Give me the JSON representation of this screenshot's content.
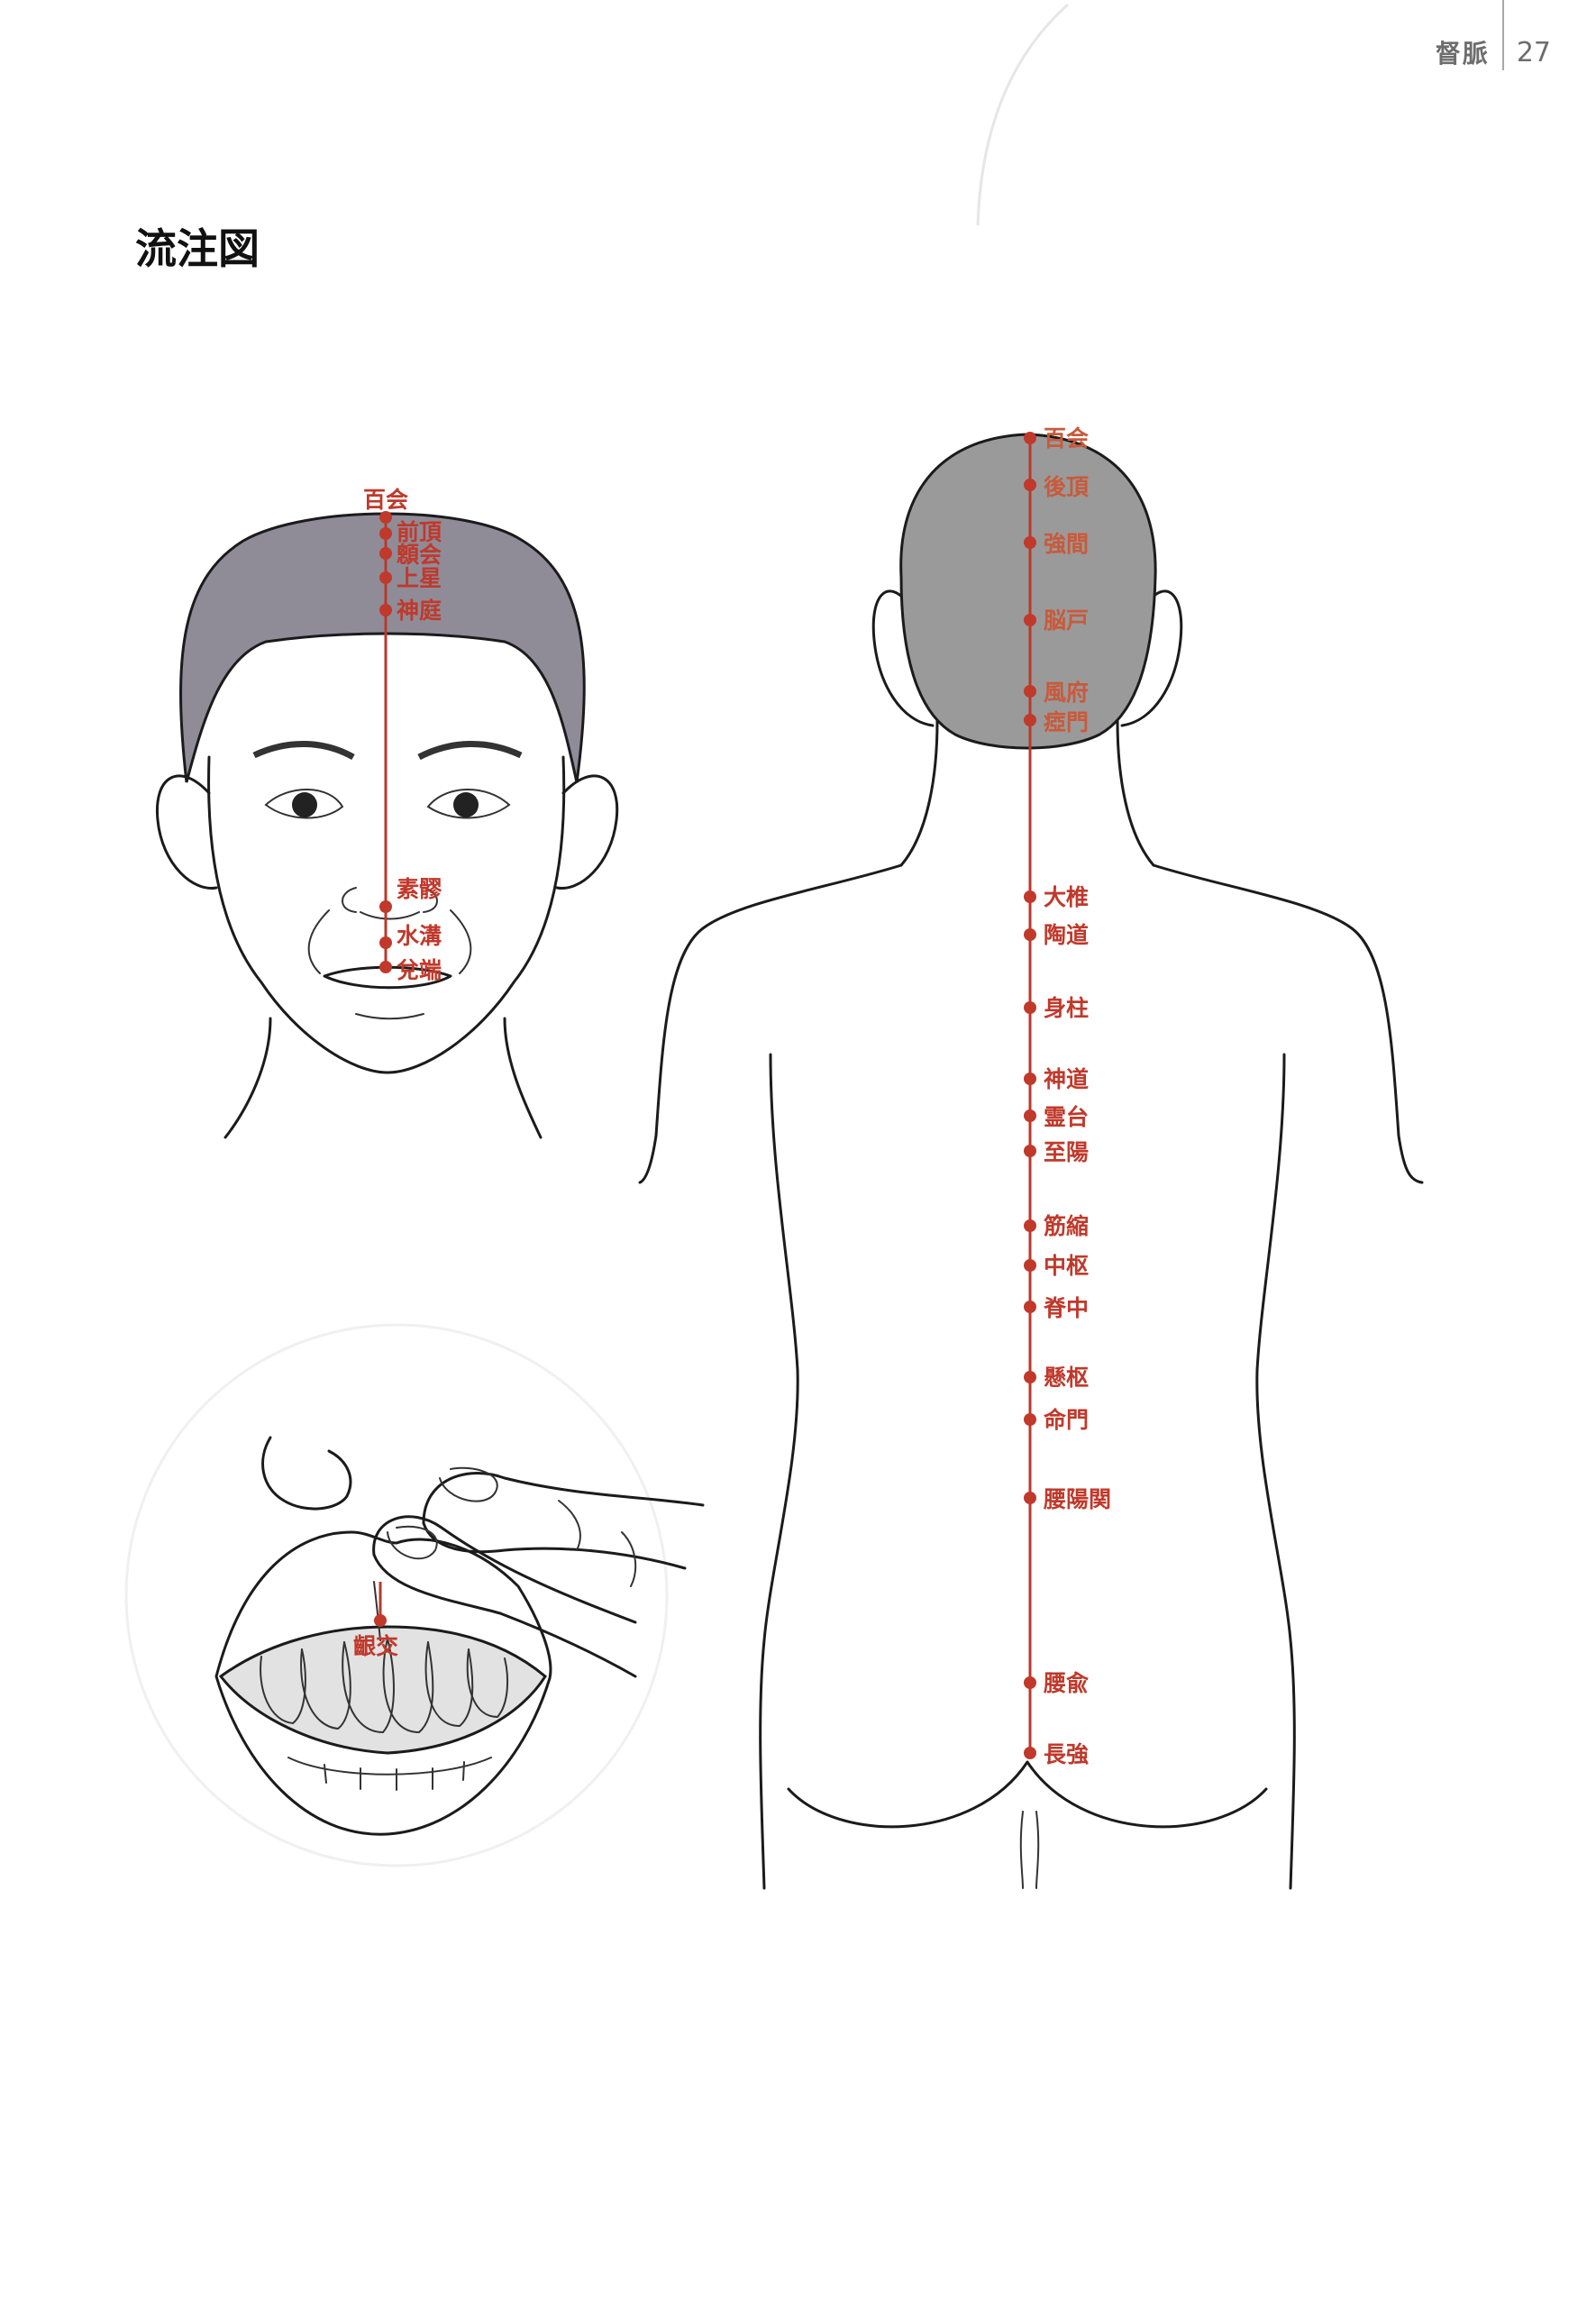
{
  "header": {
    "chapter": "督脈",
    "page_number": "27"
  },
  "title": "流注図",
  "colors": {
    "meridian": "#c0392b",
    "hair": "#8f8c98",
    "back_head": "#9a9a9a"
  },
  "front_points": [
    {
      "label": "百会"
    },
    {
      "label": "前頂"
    },
    {
      "label": "顖会"
    },
    {
      "label": "上星"
    },
    {
      "label": "神庭"
    },
    {
      "label": "素髎"
    },
    {
      "label": "水溝"
    },
    {
      "label": "兌端"
    }
  ],
  "mouth_point": {
    "label": "齦交"
  },
  "back_points": [
    {
      "label": "百会"
    },
    {
      "label": "後頂"
    },
    {
      "label": "強間"
    },
    {
      "label": "脳戸"
    },
    {
      "label": "風府"
    },
    {
      "label": "瘂門"
    },
    {
      "label": "大椎"
    },
    {
      "label": "陶道"
    },
    {
      "label": "身柱"
    },
    {
      "label": "神道"
    },
    {
      "label": "霊台"
    },
    {
      "label": "至陽"
    },
    {
      "label": "筋縮"
    },
    {
      "label": "中枢"
    },
    {
      "label": "脊中"
    },
    {
      "label": "懸枢"
    },
    {
      "label": "命門"
    },
    {
      "label": "腰陽関"
    },
    {
      "label": "腰兪"
    },
    {
      "label": "長強"
    }
  ]
}
